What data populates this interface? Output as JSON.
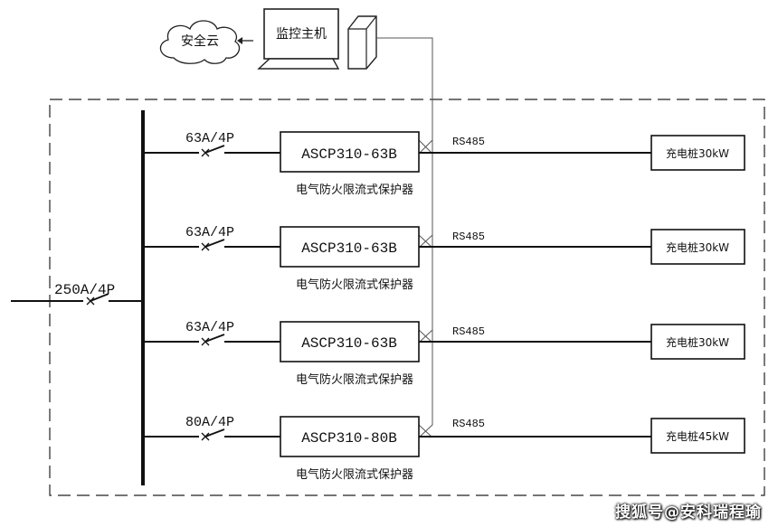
{
  "cloud": {
    "label": "安全云"
  },
  "monitor": {
    "label": "监控主机"
  },
  "main_breaker": {
    "label": "250A/4P"
  },
  "branches": [
    {
      "breaker": "63A/4P",
      "device": "ASCP310-63B",
      "device_caption": "电气防火限流式保护器",
      "protocol": "RS485",
      "load": "充电桩30kW"
    },
    {
      "breaker": "63A/4P",
      "device": "ASCP310-63B",
      "device_caption": "电气防火限流式保护器",
      "protocol": "RS485",
      "load": "充电桩30kW"
    },
    {
      "breaker": "63A/4P",
      "device": "ASCP310-63B",
      "device_caption": "电气防火限流式保护器",
      "protocol": "RS485",
      "load": "充电桩30kW"
    },
    {
      "breaker": "80A/4P",
      "device": "ASCP310-80B",
      "device_caption": "电气防火限流式保护器",
      "protocol": "RS485",
      "load": "充电桩45kW"
    }
  ],
  "watermark": "搜狐号@安科瑞程瑜"
}
